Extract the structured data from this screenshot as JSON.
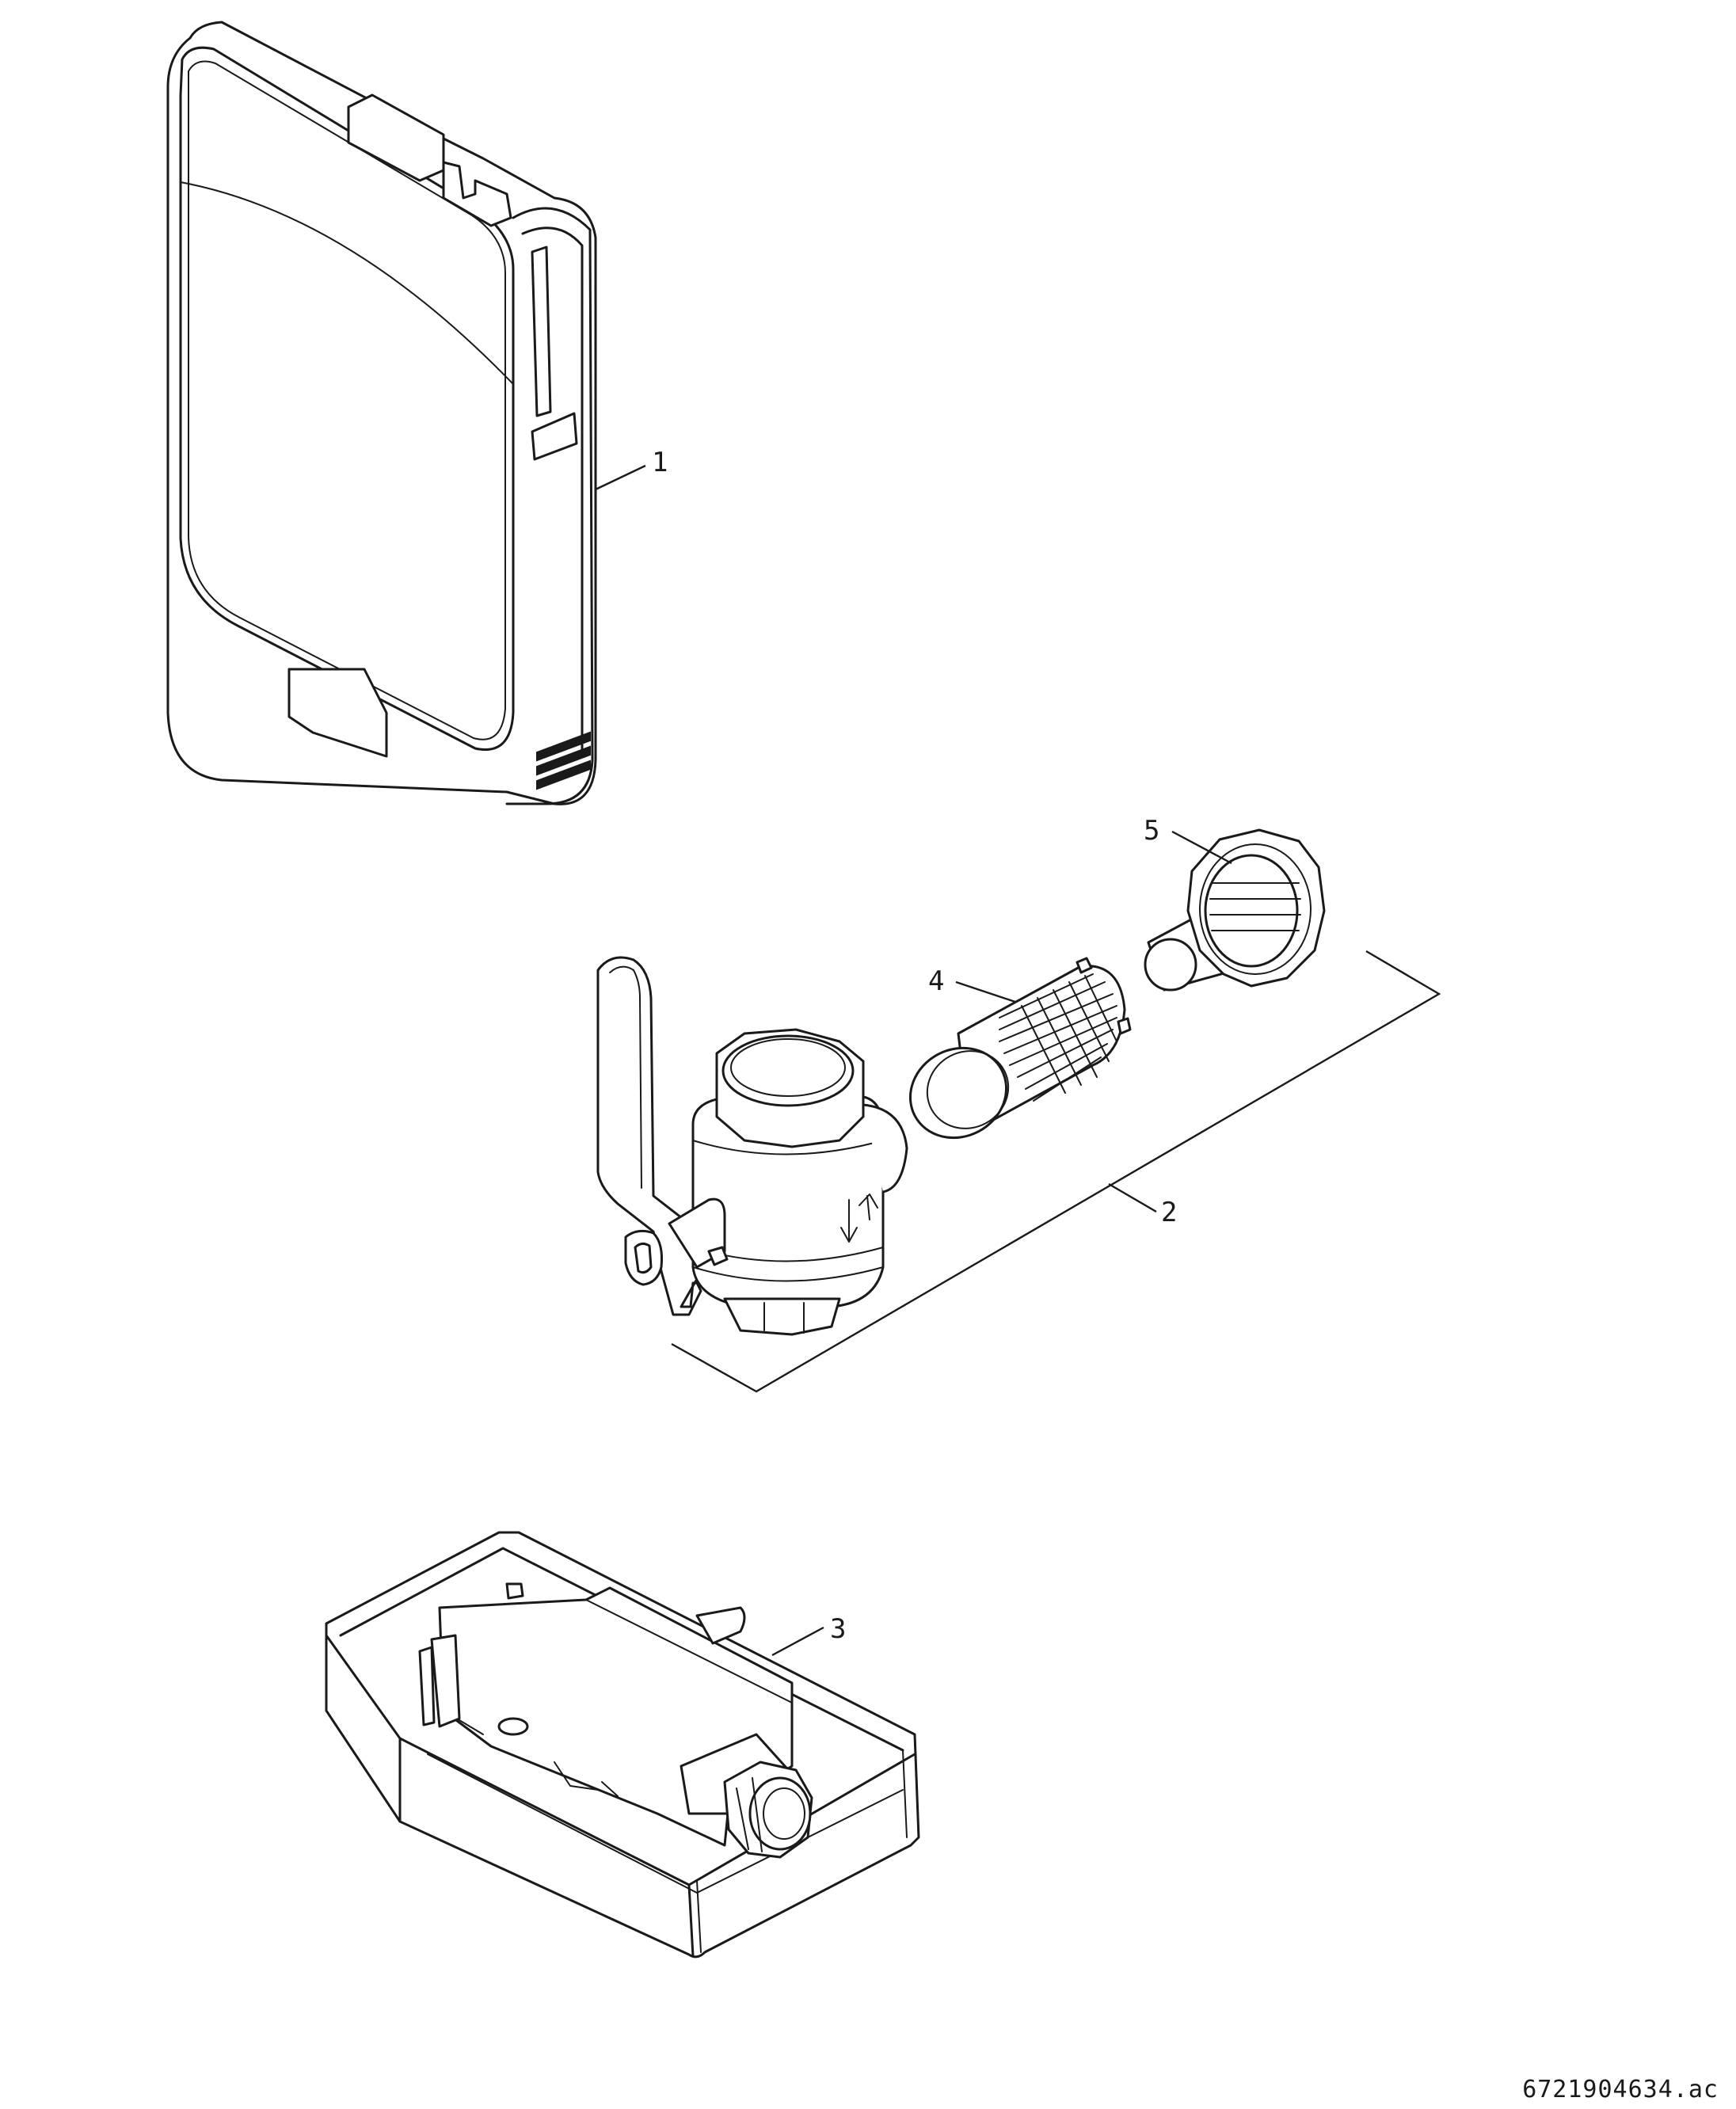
{
  "callouts": {
    "c1": "1",
    "c2": "2",
    "c3": "3",
    "c4": "4",
    "c5": "5"
  },
  "document_id": "6721904634.ac",
  "colors": {
    "ink": "#1a1a1a",
    "paper": "#ffffff"
  },
  "icons": {
    "part1": "control-unit-icon",
    "part2": "ball-valve-assembly-icon",
    "part3": "mounting-box-icon",
    "part4": "strainer-filter-icon",
    "part5": "union-nut-icon"
  }
}
